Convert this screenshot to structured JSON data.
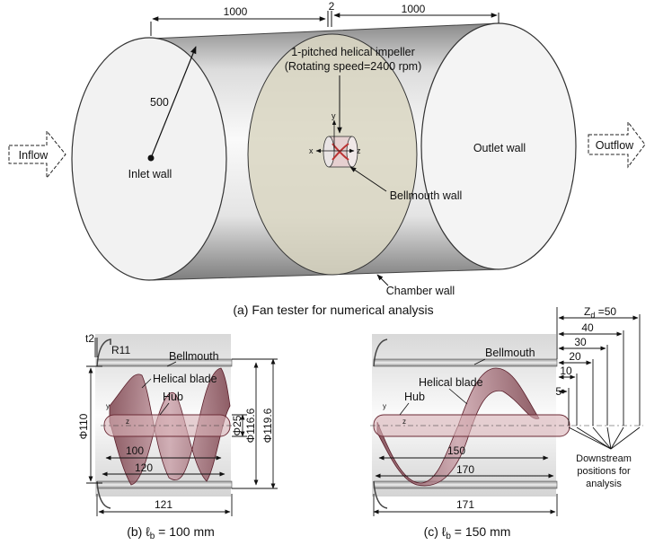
{
  "panel_a": {
    "dims": {
      "left_len": "1000",
      "gap": "2",
      "right_len": "1000",
      "radius": "500"
    },
    "labels": {
      "inflow": "Inflow",
      "outflow": "Outflow",
      "inlet_wall": "Inlet wall",
      "outlet_wall": "Outlet wall",
      "impeller_line1": "1-pitched helical impeller",
      "impeller_line2": "(Rotating speed=2400 rpm)",
      "bellmouth_wall": "Bellmouth wall",
      "chamber_wall": "Chamber wall",
      "axis_x": "x",
      "axis_y": "y",
      "axis_z": "z"
    },
    "caption": "(a) Fan tester for numerical analysis"
  },
  "panel_b": {
    "t2": "t2",
    "r11": "R11",
    "bellmouth": "Bellmouth",
    "helical_blade": "Helical blade",
    "hub": "Hub",
    "phi110": "Φ110",
    "phi25": "Φ25",
    "phi1166": "Φ116.6",
    "phi1196": "Φ119.6",
    "dim100": "100",
    "dim120": "120",
    "dim121": "121",
    "axis_y": "y",
    "axis_z": "z",
    "caption_pre": "(b) ℓ",
    "caption_sub": "b",
    "caption_post": " = 100 mm"
  },
  "panel_c": {
    "bellmouth": "Bellmouth",
    "helical_blade": "Helical blade",
    "hub": "Hub",
    "dim150": "150",
    "dim170": "170",
    "dim171": "171",
    "zd_pre": "Z",
    "zd_sub": "d",
    "zd_post": " =50",
    "d40": "40",
    "d30": "30",
    "d20": "20",
    "d10": "10",
    "d5": "5",
    "downstream_l1": "Downstream",
    "downstream_l2": "positions for",
    "downstream_l3": "analysis",
    "axis_y": "y",
    "axis_z": "z",
    "caption_pre": "(c) ℓ",
    "caption_sub": "b",
    "caption_post": " = 150 mm"
  }
}
